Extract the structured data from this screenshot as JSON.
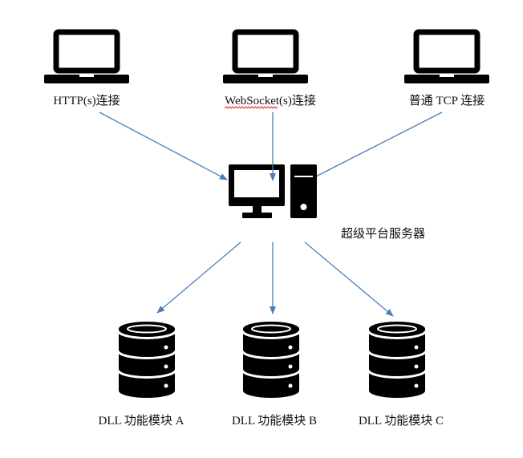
{
  "clients": [
    {
      "label": "HTTP(s)连接",
      "icon": "laptop-icon"
    },
    {
      "label": "WebSocket(s)连接",
      "icon": "laptop-icon"
    },
    {
      "label": "普通 TCP 连接",
      "icon": "laptop-icon"
    }
  ],
  "server": {
    "label": "超级平台服务器",
    "icon": "desktop-computer-icon"
  },
  "modules": [
    {
      "label": "DLL 功能模块 A",
      "icon": "database-icon"
    },
    {
      "label": "DLL 功能模块 B",
      "icon": "database-icon"
    },
    {
      "label": "DLL 功能模块 C",
      "icon": "database-icon"
    }
  ],
  "colors": {
    "arrow": "#4A7EBB",
    "icon": "#000000",
    "spellcheck_underline": "#E03030"
  }
}
